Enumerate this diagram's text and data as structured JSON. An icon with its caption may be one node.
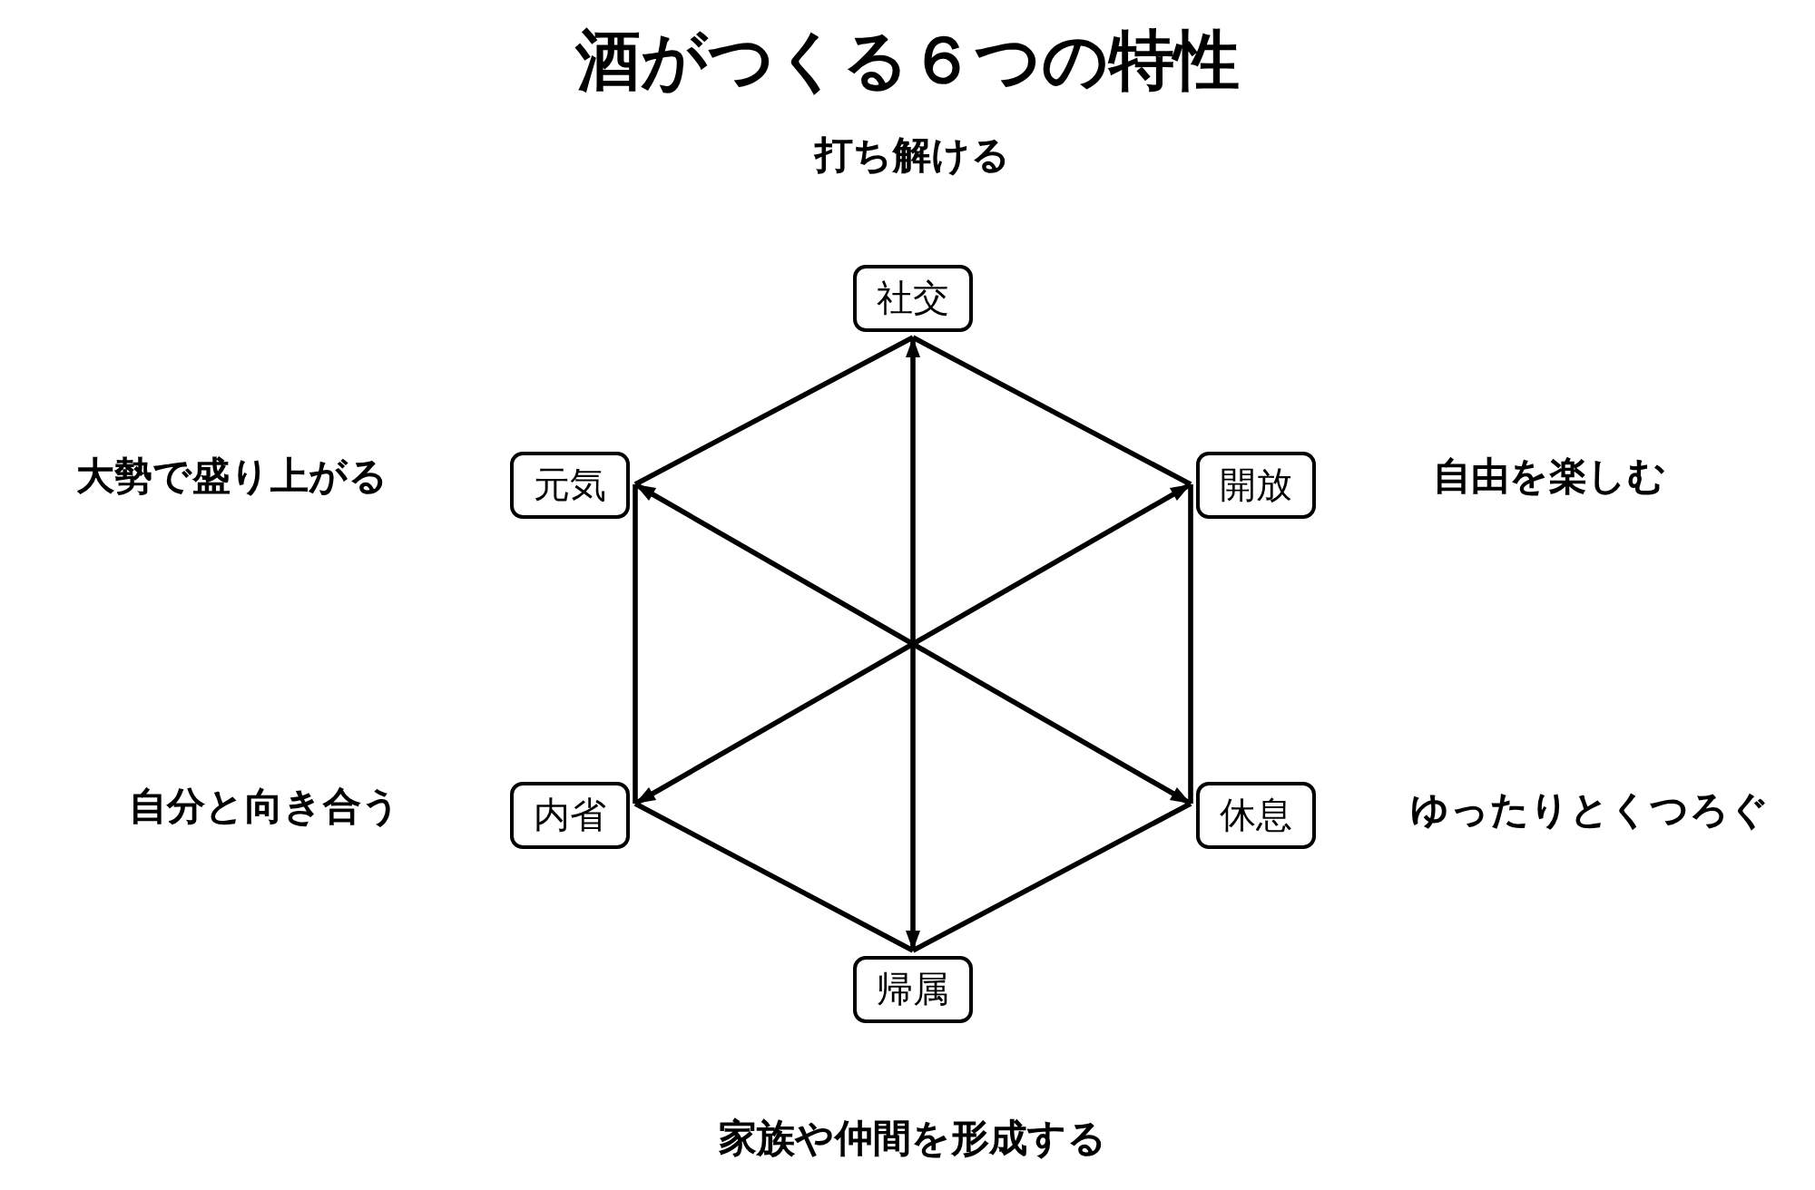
{
  "diagram": {
    "title": "酒がつくる６つの特性",
    "nodes": [
      {
        "text": [
          "社交"
        ],
        "beside": [
          "打ち解ける"
        ]
      },
      {
        "text": [
          "元気"
        ],
        "beside": [
          "大勢で盛り上がる"
        ]
      },
      {
        "text": [
          "開放"
        ],
        "beside": [
          "自由を楽しむ"
        ]
      },
      {
        "text": [
          "内省"
        ],
        "beside": [
          "自分と向き合う"
        ]
      },
      {
        "text": [
          "休息"
        ],
        "beside": [
          "ゆったりとくつろぐ"
        ]
      },
      {
        "text": [
          "帰属"
        ],
        "beside": [
          "家族や仲間を形成する"
        ]
      }
    ],
    "edges": [
      {
        "from": null,
        "to": 0,
        "arrow": "to"
      },
      {
        "from": null,
        "to": 1,
        "arrow": "to"
      },
      {
        "from": null,
        "to": 2,
        "arrow": "to"
      },
      {
        "from": null,
        "to": 3,
        "arrow": "to"
      },
      {
        "from": null,
        "to": 4,
        "arrow": "to"
      },
      {
        "from": null,
        "to": 5,
        "arrow": "to"
      },
      {
        "from": 0,
        "to": 2,
        "arrow": "none"
      },
      {
        "from": 2,
        "to": 4,
        "arrow": "none"
      },
      {
        "from": 4,
        "to": 5,
        "arrow": "none"
      },
      {
        "from": 5,
        "to": 3,
        "arrow": "none"
      },
      {
        "from": 3,
        "to": 1,
        "arrow": "none"
      },
      {
        "from": 1,
        "to": 0,
        "arrow": "none"
      }
    ]
  }
}
